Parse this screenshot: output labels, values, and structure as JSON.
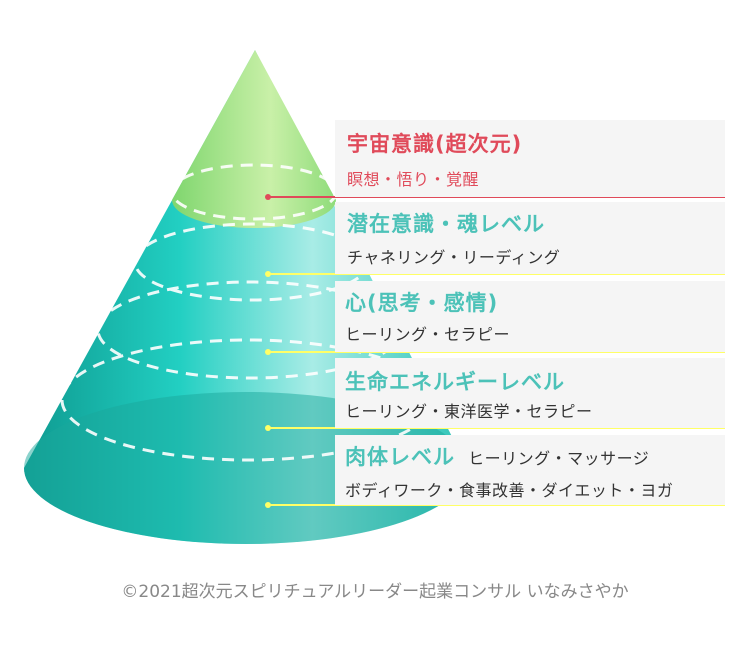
{
  "levels": [
    {
      "title": "宇宙意識(超次元)",
      "sub": "瞑想・悟り・覚醒",
      "color": "#e04a5a"
    },
    {
      "title": "潜在意識・魂レベル",
      "sub": "チャネリング・リーディング",
      "color": "#ffff66"
    },
    {
      "title": "心(思考・感情)",
      "sub": "ヒーリング・セラピー",
      "color": "#ffff66"
    },
    {
      "title": "生命エネルギーレベル",
      "sub": "ヒーリング・東洋医学・セラピー",
      "color": "#ffff66"
    },
    {
      "title": "肉体レベル",
      "inline": "ヒーリング・マッサージ",
      "sub": "ボディワーク・食事改善・ダイエット・ヨガ",
      "color": "#ffff66"
    }
  ],
  "copyright": "©2021超次元スピリチュアルリーダー起業コンサル いなみさやか"
}
